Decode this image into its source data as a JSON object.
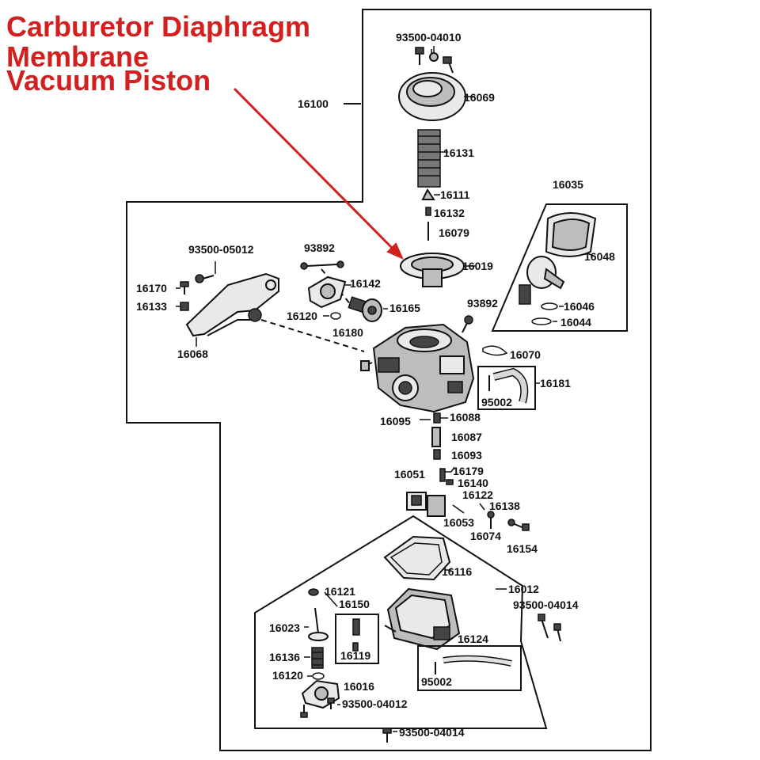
{
  "annotation": {
    "lines": [
      "Carburetor Diaphragm",
      "Membrane",
      "Vacuum Piston"
    ],
    "color": "#d21f1f"
  },
  "part_numbers": {
    "p93500_04010": "93500-04010",
    "p16100": "16100",
    "p16069": "16069",
    "p16131": "16131",
    "p16111": "16111",
    "p16132": "16132",
    "p16079": "16079",
    "p16019": "16019",
    "p16035": "16035",
    "p16048": "16048",
    "p16046": "16046",
    "p16044": "16044",
    "p93500_05012": "93500-05012",
    "p93892_a": "93892",
    "p16142": "16142",
    "p16170": "16170",
    "p16133": "16133",
    "p16165": "16165",
    "p16120_a": "16120",
    "p16180": "16180",
    "p93892_b": "93892",
    "p16068": "16068",
    "p16070": "16070",
    "p16181": "16181",
    "p95002_a": "95002",
    "p16095": "16095",
    "p16088": "16088",
    "p16087": "16087",
    "p16093": "16093",
    "p16051": "16051",
    "p16179": "16179",
    "p16140": "16140",
    "p16122": "16122",
    "p16138": "16138",
    "p16053": "16053",
    "p16074": "16074",
    "p16154": "16154",
    "p16116": "16116",
    "p16012": "16012",
    "p93500_04014_a": "93500-04014",
    "p16121": "16121",
    "p16150": "16150",
    "p16023": "16023",
    "p16124": "16124",
    "p16136": "16136",
    "p16119": "16119",
    "p16120_b": "16120",
    "p95002_b": "95002",
    "p16016": "16016",
    "p93500_04012": "93500-04012",
    "p93500_04014_b": "93500-04014"
  }
}
